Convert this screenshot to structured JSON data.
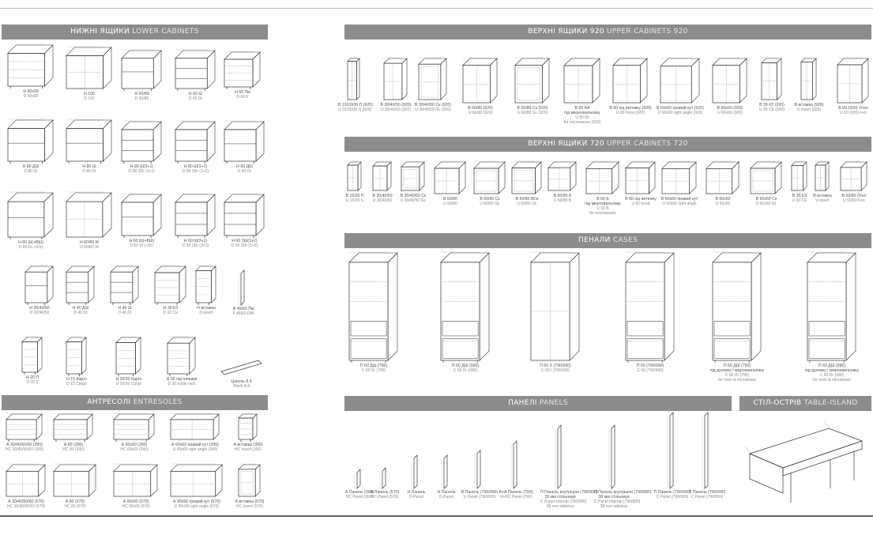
{
  "sections": {
    "lower": {
      "ua": "НИЖНІ ЯЩИКИ",
      "en": "LOWER CABINETS"
    },
    "upper920": {
      "ua": "ВЕРХНІ ЯЩИКИ 920",
      "en": "UPPER CABINETS 920"
    },
    "upper720": {
      "ua": "ВЕРХНІ ЯЩИКИ 720",
      "en": "UPPER CABINETS 720"
    },
    "cases": {
      "ua": "ПЕНАЛИ",
      "en": "CASES"
    },
    "entresoles": {
      "ua": "АНТРЕСОЛІ",
      "en": "ENTRESOLES"
    },
    "panels": {
      "ua": "ПАНЕЛІ",
      "en": "PANELS"
    },
    "table": {
      "ua": "СТІЛ-ОСТРІВ",
      "en": "TABLE-ISLAND"
    }
  },
  "lower_items": [
    {
      "ua": "Н 90х90",
      "en": "D 90x90"
    },
    {
      "ua": "Н 100",
      "en": "D 100"
    },
    {
      "ua": "Н 60/80",
      "en": "D 60/80"
    },
    {
      "ua": "Н 60 Ш",
      "en": "D 60 Dr"
    },
    {
      "ua": "Н 60 Пм",
      "en": "D 60 K"
    },
    {
      "ua": "Н 80 ДШ",
      "en": "D 80 Dr"
    },
    {
      "ua": "Н 80 Ш",
      "en": "D 80 Dr"
    },
    {
      "ua": "Н 80 Ш(3+1)",
      "en": "D 80 3Dr (3+1)"
    },
    {
      "ua": "Н 80 Ш(1+2)",
      "en": "D 80 3Dr (1+2)"
    },
    {
      "ua": "Н 60 ДШ",
      "en": "D 60 Dr"
    },
    {
      "ua": "Н 80 Ш(+ВШ)",
      "en": "D 80 Dr (+Dr)"
    },
    {
      "ua": "Н 60/80 М",
      "en": "D 60/80 W"
    },
    {
      "ua": "Н 60 Ш(+ВШ)",
      "en": "D 60 Dr (+Dr)"
    },
    {
      "ua": "Н 60 Ш(3+1)",
      "en": "D 60 3Dr (3+1)"
    },
    {
      "ua": "Н 60 3Ш(1+2)",
      "en": "D 60 3Dr (1+2)"
    },
    {
      "ua": "Н 30/40/50",
      "en": "D 30/40/50"
    },
    {
      "ua": "Н 40 ДШ",
      "en": "D 40 Dr"
    },
    {
      "ua": "Н 40 Ш",
      "en": "D 40 Dr"
    },
    {
      "ua": "Н 30 КЗ",
      "en": "D 30 CE"
    },
    {
      "ua": "Н вставка",
      "en": "D insert"
    },
    {
      "ua": "Ф 45/60 Пм",
      "en": "F 45/60 DW"
    },
    {
      "ua": "Н 20 П",
      "en": "D 20 S"
    },
    {
      "ua": "Н 15 Карго",
      "en": "D 15 Cargo"
    },
    {
      "ua": "Н 20/30 Карго",
      "en": "D 20/30 Cargo"
    },
    {
      "ua": "Н 30 під пляшки",
      "en": "D 30 bottle rack"
    },
    {
      "ua": "Цоколь 8.4",
      "en": "Plinth 8.4"
    }
  ],
  "upper920_items": [
    {
      "ua": "В 15/20/30 П (920)",
      "en": "U 15/20/30 S (920)"
    },
    {
      "ua": "В 30/40/50 (920)",
      "en": "U 30/40/50 (920)"
    },
    {
      "ua": "В 30/40/50 Ск (920)",
      "en": "U 30/40/50 GL (920)"
    },
    {
      "ua": "В 60/80 (920)",
      "en": "U 60/80 (920)"
    },
    {
      "ua": "В 60/80 Ск (920)",
      "en": "U 60/80 GL (920)"
    },
    {
      "ua": "В 60 БА",
      "en": "U 60 80",
      "ext1": "під мікрохвильовку",
      "ext2": "for microwaves (920)"
    },
    {
      "ua": "В 60 під витяжку (920)",
      "en": "U 60 hood (920)"
    },
    {
      "ua": "В 60х60 правий кут (920)",
      "en": "U 60x60 right angle (920)"
    },
    {
      "ua": "В 60х60 (920)",
      "en": "U 60x60 (920)"
    },
    {
      "ua": "В 30 КЗ (920)",
      "en": "U 30 CE (920)"
    },
    {
      "ua": "В вставка (920)",
      "en": "U insert (920)"
    },
    {
      "ua": "В 60 (920) Откл",
      "en": "U 60 (920) Fen"
    }
  ],
  "upper720_items": [
    {
      "ua": "В 15/20 П",
      "en": "U 15/20 S"
    },
    {
      "ua": "В 30/40/50",
      "en": "U 30/40/50"
    },
    {
      "ua": "В 30/40/50 Ск",
      "en": "U 30/40/50 GL"
    },
    {
      "ua": "В 60/80",
      "en": "U 60/80"
    },
    {
      "ua": "В 60/80 Ск",
      "en": "U 60/80 GL"
    },
    {
      "ua": "В 60/80 ВСк",
      "en": "U 60/80 GL"
    },
    {
      "ua": "В 60/80 Б",
      "en": "U 60/80 B"
    },
    {
      "ua": "В 60 Б",
      "en": "U 60 B",
      "ext1": "під мікрохвильовку",
      "ext2": "for microwaves"
    },
    {
      "ua": "В 60 під витяжку",
      "en": "U 60 hood"
    },
    {
      "ua": "В 60х60 правий кут",
      "en": "U 60x60 right angle"
    },
    {
      "ua": "В 60х60",
      "en": "U 60x60"
    },
    {
      "ua": "В 60х60 Ск",
      "en": "U 60x60 GL"
    },
    {
      "ua": "В 30 КЗ",
      "en": "U 30 CE"
    },
    {
      "ua": "В вставка",
      "en": "U insert"
    },
    {
      "ua": "В 50/60 Откл",
      "en": "U 50/60 Fen"
    }
  ],
  "cases_items": [
    {
      "ua": "П 60 ДШ (790)",
      "en": "C 60 Dr (790)"
    },
    {
      "ua": "П 60 ДШ (990)",
      "en": "C 60 Dr (990)"
    },
    {
      "ua": "П 60 Х (790/990)",
      "en": "C 60 l (790/990)"
    },
    {
      "ua": "П 60 (790/990)",
      "en": "C 60 (790/990)"
    },
    {
      "ua": "П 60 ДШ (790)",
      "en": "C 60 Dr (790)",
      "ext1": "під духовку і мікрохвильовку",
      "ext2": "for oven & microwave"
    },
    {
      "ua": "П 60 ДШ (990)",
      "en": "C 60 Dr (990)",
      "ext1": "під духовку і мікрохвильовку",
      "ext2": "for oven & microwave"
    }
  ],
  "entresoles_items": [
    {
      "ua": "А 30/40/50/60 (390)",
      "en": "HC 30/40/50/60 (390)"
    },
    {
      "ua": "А 80 (390)",
      "en": "HC 80 (390)"
    },
    {
      "ua": "А 60х60 (390)",
      "en": "HC 60x60 (390)"
    },
    {
      "ua": "А 60х60 правий кут (390)",
      "en": "U 60x60 right angle (390)"
    },
    {
      "ua": "А вставка (390)",
      "en": "HC insert (390)"
    },
    {
      "ua": "А 30/40/50/60 (570)",
      "en": "HC 30/40/50/60 (570)"
    },
    {
      "ua": "А 80 (570)",
      "en": "HC 80 (570)"
    },
    {
      "ua": "А 90х90 (570)",
      "en": "HC 90x90 (570)"
    },
    {
      "ua": "А 90х90 правий кут (570)",
      "en": "U 90x90 right angle (570)"
    },
    {
      "ua": "А вставка (570)",
      "en": "HC insert (570)"
    }
  ],
  "panels_items": [
    {
      "ua": "А Панель (390)",
      "en": "HC Panel (390)"
    },
    {
      "ua": "А Панель (570)",
      "en": "HC Panel (570)"
    },
    {
      "ua": "Н Панель",
      "en": "D Panel"
    },
    {
      "ua": "Н Панель",
      "en": "D Panel"
    },
    {
      "ua": "В Панель (790/990)",
      "en": "U Panel (790/990)"
    },
    {
      "ua": "В+А Панель (790)",
      "en": "U+HC Panel (790)"
    },
    {
      "ua": "П Панель внутрішня (790/990)",
      "en": "C Panel internal (790/990)",
      "ext1": "28 мм стільниця",
      "ext2": "28 mm tabletop"
    },
    {
      "ua": "П Панель внутрішня (790/990)",
      "en": "C Panel internal (790/990)",
      "ext1": "38 мм стільниця",
      "ext2": "38 mm tabletop"
    },
    {
      "ua": "П Панель (790/990)",
      "en": "C Panel (790/990)"
    },
    {
      "ua": "П Панель (790/990)",
      "en": "C Panel (790/990)"
    }
  ],
  "colors": {
    "band": "#8c8c8c",
    "line": "#333333",
    "dash": "#777777"
  }
}
